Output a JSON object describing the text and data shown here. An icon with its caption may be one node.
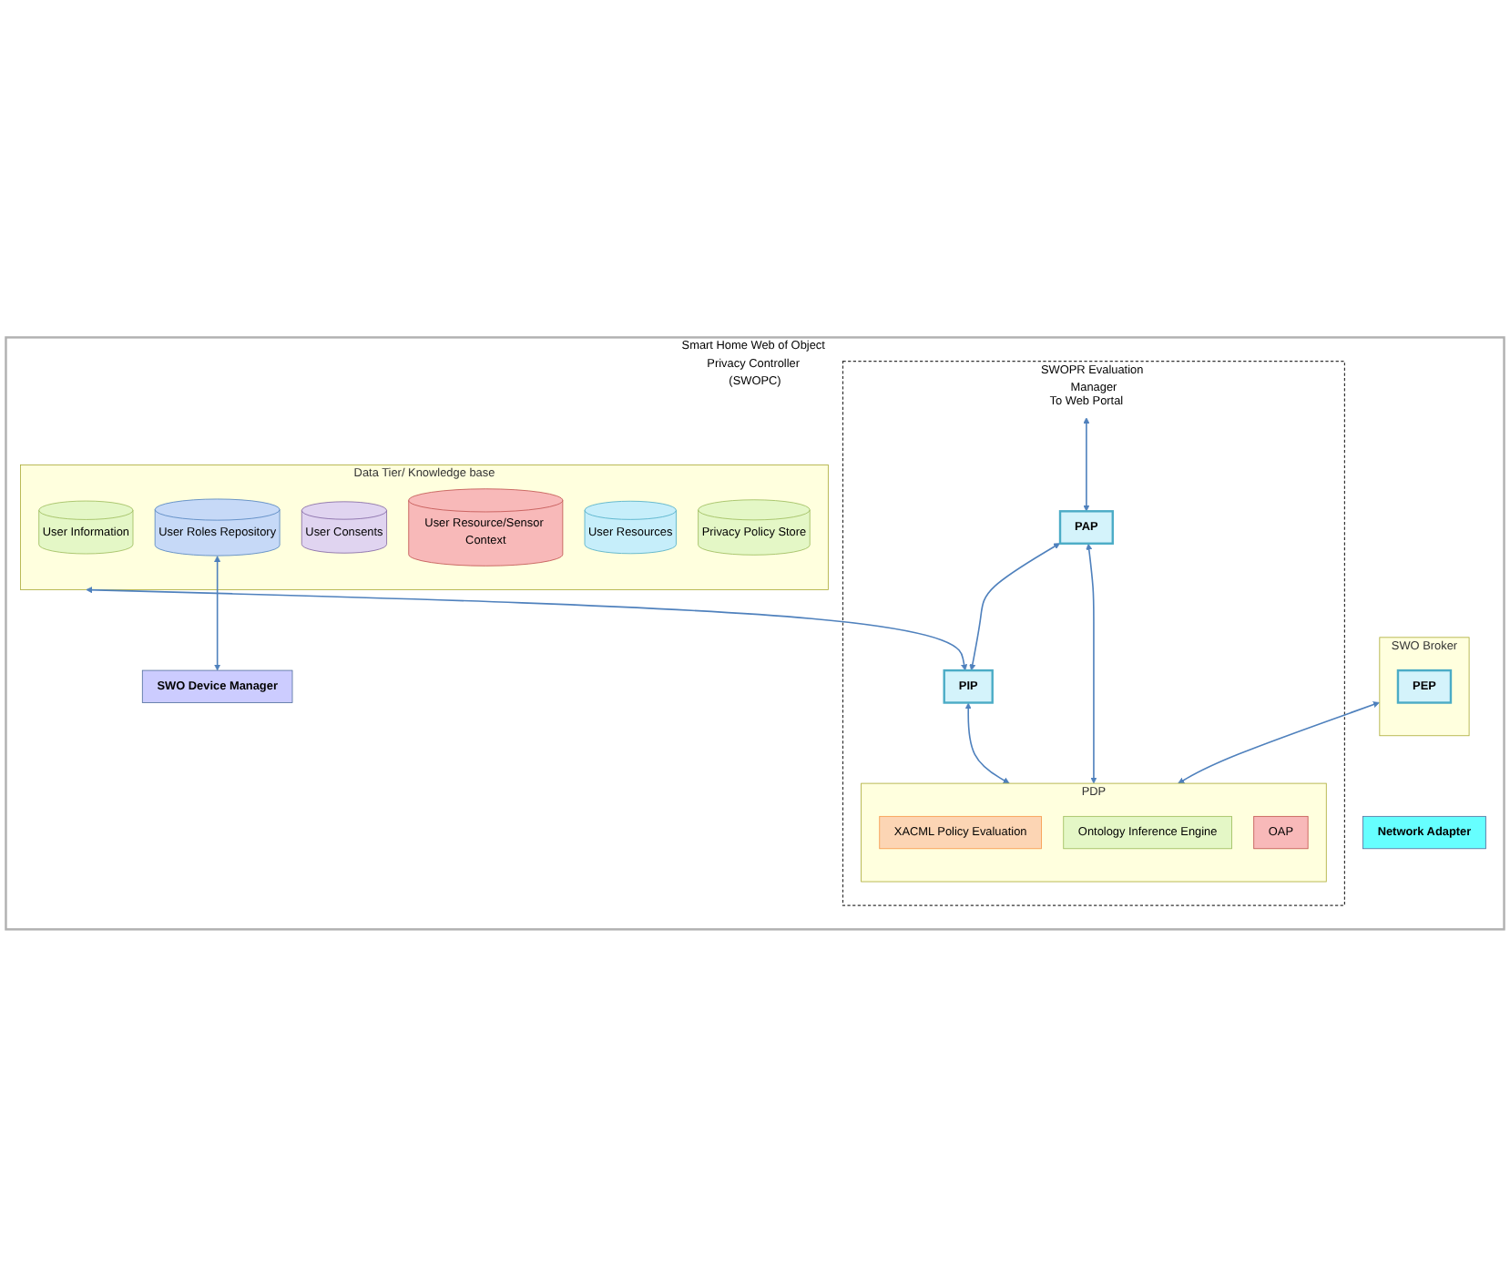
{
  "diagram": {
    "nodes": [
      {
        "text": [
          "Smart Home Web of Object Privacy Controller (SWOPC)"
        ]
      },
      {
        "text": [
          "SWOPR Evaluation Manager"
        ],
        "in": 0
      },
      {
        "text": [
          "To Web Portal"
        ],
        "in": 1
      },
      {
        "text": [
          "SWO Broker"
        ],
        "in": 0
      },
      {
        "text": [
          "PEP"
        ],
        "in": 3
      },
      {
        "text": [
          "PDP"
        ],
        "in": 1
      },
      {
        "text": [
          "XACML Policy Evaluation"
        ],
        "in": 5
      },
      {
        "text": [
          "PAP"
        ],
        "in": 1
      },
      {
        "text": [
          "Data Tier/ Knowledge base"
        ],
        "in": 0
      },
      {
        "text": [
          "PIP"
        ],
        "in": 1
      },
      {
        "text": [
          "Ontology Inference Engine"
        ],
        "in": 5
      },
      {
        "text": [
          "User Information"
        ],
        "in": 8
      },
      {
        "text": [
          "User Consents"
        ],
        "in": 8
      },
      {
        "text": [
          "User Resource/Sensor Context"
        ],
        "in": 8
      },
      {
        "text": [
          "OAP"
        ],
        "in": 5
      },
      {
        "text": [
          "User Resources"
        ],
        "in": 8
      },
      {
        "text": [
          "Privacy Policy Store"
        ],
        "in": 8
      },
      {
        "text": [
          "User Roles Repository"
        ],
        "in": 8
      },
      {
        "text": [
          "SWO Device Manager"
        ],
        "in": 0
      },
      {
        "text": [
          "Network Adapter"
        ],
        "in": 0
      }
    ],
    "edges": [
      {
        "from": 3,
        "to": 5,
        "arrow": "both"
      },
      {
        "from": 2,
        "to": 7,
        "arrow": "both"
      },
      {
        "from": 7,
        "to": 5,
        "arrow": "both"
      },
      {
        "from": 7,
        "to": 9,
        "arrow": "both"
      },
      {
        "from": 8,
        "to": 9,
        "arrow": "both"
      },
      {
        "from": 9,
        "to": 5,
        "arrow": "both"
      },
      {
        "from": 17,
        "to": 18,
        "arrow": "both"
      }
    ]
  }
}
